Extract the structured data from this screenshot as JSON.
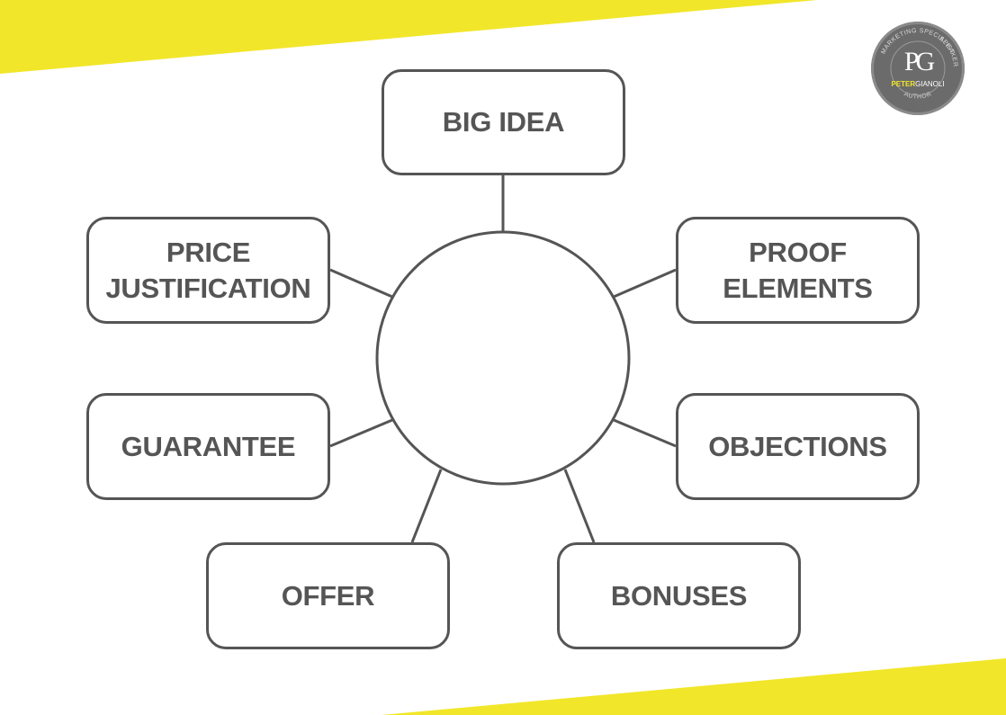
{
  "colors": {
    "accent_yellow": "#f2e62a",
    "line_gray": "#555555",
    "badge_gray": "#6b6b6b",
    "background": "#ffffff"
  },
  "diagram": {
    "hub": {
      "label": ""
    },
    "nodes": [
      {
        "id": "big-idea",
        "label": "BIG IDEA"
      },
      {
        "id": "price-justification",
        "label": "PRICE\nJUSTIFICATION"
      },
      {
        "id": "proof-elements",
        "label": "PROOF\nELEMENTS"
      },
      {
        "id": "guarantee",
        "label": "GUARANTEE"
      },
      {
        "id": "objections",
        "label": "OBJECTIONS"
      },
      {
        "id": "offer",
        "label": "OFFER"
      },
      {
        "id": "bonuses",
        "label": "BONUSES"
      }
    ]
  },
  "logo": {
    "monogram": "PG",
    "name_first": "PETER",
    "name_last": "GIANOLI",
    "ring_text_top": "MARKETING SPECIALIST",
    "ring_text_right": "SPEAKER",
    "ring_text_bottom": "AUTHOR"
  }
}
